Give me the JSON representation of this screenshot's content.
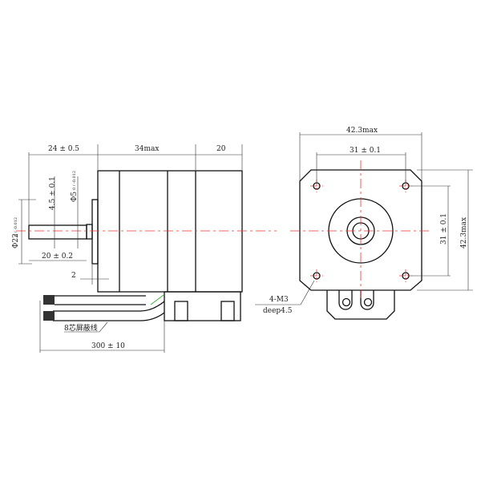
{
  "side_view": {
    "dim_shaft_ext": "24 ± 0.5",
    "dim_body": "34max",
    "dim_rear": "20",
    "dim_flat": "4.5 ± 0.1",
    "dim_shaft_dia": "Φ5",
    "dim_shaft_dia_tol": "0 / -0.012",
    "dim_boss_dia": "Φ22",
    "dim_boss_dia_tol": "0 / -0.012",
    "dim_shaft_len": "20 ± 0.2",
    "dim_boss_h": "2",
    "cable_label": "8芯屏蔽线",
    "dim_cable": "300 ± 10"
  },
  "front_view": {
    "dim_width": "42.3max",
    "dim_hole_w": "31 ± 0.1",
    "dim_hole_h": "31 ± 0.1",
    "dim_height": "42.3max",
    "hole_label": "4-M3",
    "hole_depth": "deep4.5"
  },
  "colors": {
    "line": "#111111",
    "centerline": "#ee3333"
  }
}
